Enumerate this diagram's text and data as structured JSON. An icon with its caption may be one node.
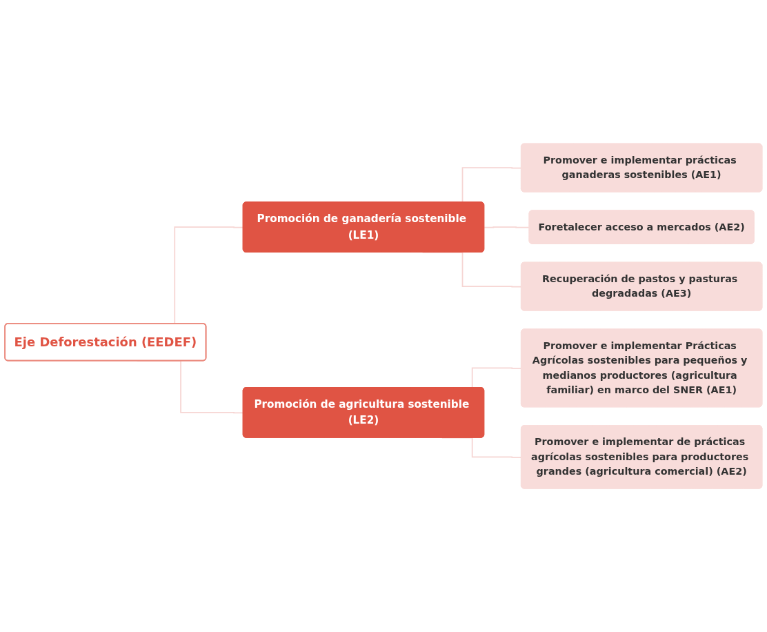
{
  "diagram": {
    "nodes": [
      {
        "text": [
          "Eje Deforestación (EEDEF)"
        ]
      },
      {
        "text": [
          "Promoción de ganadería sostenible (LE1)"
        ]
      },
      {
        "text": [
          "Promover e implementar prácticas ganaderas sostenibles (AE1)"
        ]
      },
      {
        "text": [
          "Foretalecer acceso a mercados (AE2)"
        ]
      },
      {
        "text": [
          "Recuperación de pastos y pasturas degradadas (AE3)"
        ]
      },
      {
        "text": [
          "Promoción de agricultura sostenible (LE2)"
        ]
      },
      {
        "text": [
          "Promover e implementar Prácticas Agrícolas sostenibles para pequeños y medianos productores (agricultura familiar) en marco del SNER (AE1)"
        ]
      },
      {
        "text": [
          "Promover e implementar de prácticas agrícolas sostenibles para productores grandes (agricultura comercial) (AE2)"
        ]
      }
    ],
    "edges": [
      {
        "from": 0,
        "to": 1,
        "arrow": "none"
      },
      {
        "from": 0,
        "to": 5,
        "arrow": "none"
      },
      {
        "from": 1,
        "to": 2,
        "arrow": "none"
      },
      {
        "from": 1,
        "to": 3,
        "arrow": "none"
      },
      {
        "from": 1,
        "to": 4,
        "arrow": "none"
      },
      {
        "from": 5,
        "to": 6,
        "arrow": "none"
      },
      {
        "from": 5,
        "to": 7,
        "arrow": "none"
      }
    ]
  }
}
